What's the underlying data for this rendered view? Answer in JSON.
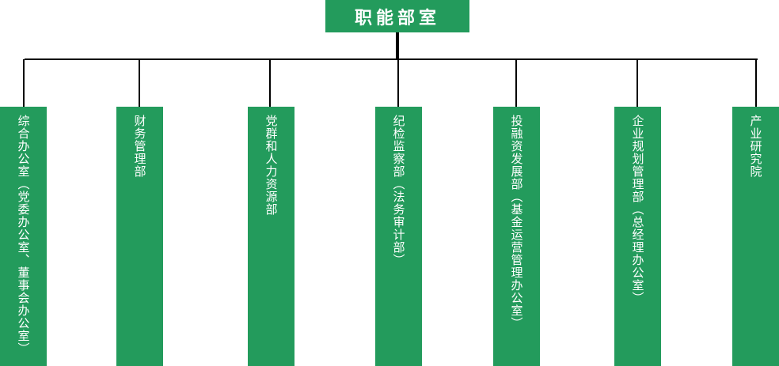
{
  "root": {
    "label": "职能部室"
  },
  "departments": [
    {
      "label": "综合办公室（党委办公室、董事会办公室）"
    },
    {
      "label": "财务管理部"
    },
    {
      "label": "党群和人力资源部"
    },
    {
      "label": "纪检监察部（法务审计部）"
    },
    {
      "label": "投融资发展部（基金运营管理办公室）"
    },
    {
      "label": "企业规划管理部（总经理办公室）"
    },
    {
      "label": "产业研究院"
    }
  ],
  "colors": {
    "box": "#239b5c",
    "line": "#000000"
  }
}
